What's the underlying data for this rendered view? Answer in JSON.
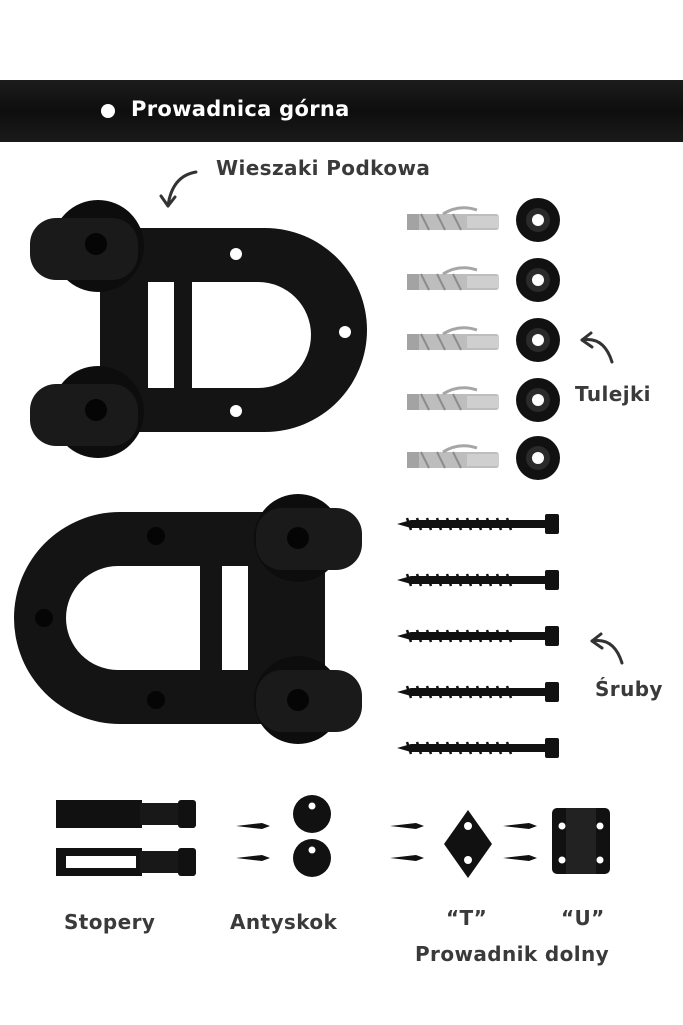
{
  "banner": {
    "title": "Prowadnica górna"
  },
  "labels": {
    "hangers": "Wieszaki Podkowa",
    "sleeves": "Tulejki",
    "screws": "Śruby",
    "stoppers": "Stopery",
    "antijump": "Antyskok",
    "guide_t": "“T”",
    "guide_u": "“U”",
    "floor_guide": "Prowadnik dolny"
  },
  "colors": {
    "banner": "#111111",
    "hardware": "#141414",
    "anchor": "#b9b9b9",
    "label": "#3a3a3a"
  },
  "icons": [
    "horseshoe-hanger-icon",
    "wall-anchor-icon",
    "spacer-washer-icon",
    "lag-screw-icon",
    "stopper-icon",
    "anti-jump-disc-icon",
    "t-floor-guide-icon",
    "u-floor-guide-icon",
    "curved-arrow-icon"
  ]
}
